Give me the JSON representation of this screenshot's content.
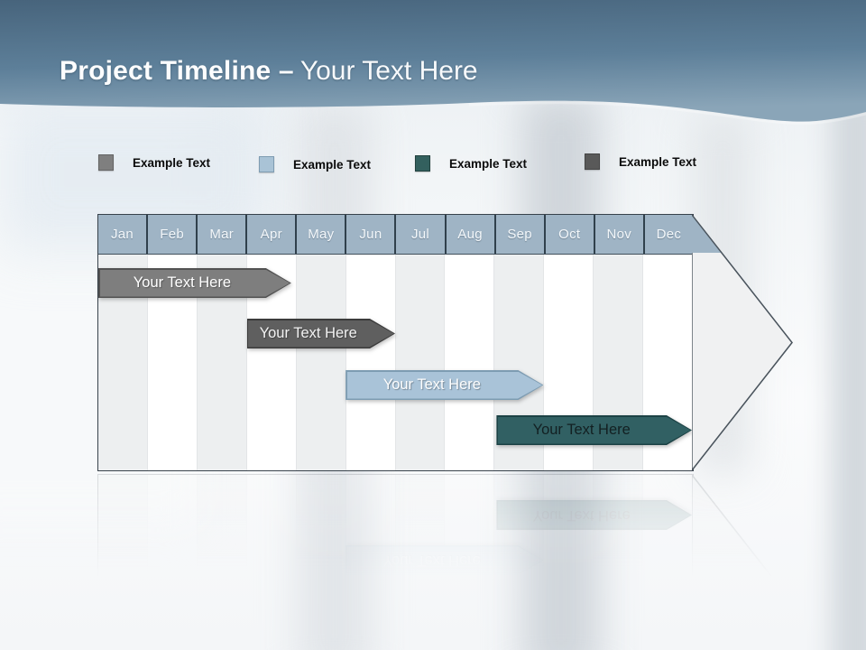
{
  "slide": {
    "title_bold": "Project Timeline –",
    "title_rest": "Your Text Here"
  },
  "legend": {
    "items": [
      {
        "label": "Example Text",
        "color": "#7f7f7f",
        "border_color": "#646464"
      },
      {
        "label": "Example Text",
        "color": "#a9c3d6",
        "border_color": "#7f9cb2"
      },
      {
        "label": "Example Text",
        "color": "#33605e",
        "border_color": "#22423f"
      },
      {
        "label": "Example Text",
        "color": "#595959",
        "border_color": "#454545"
      }
    ]
  },
  "timeline": {
    "header_fill": "#9fb4c5",
    "stripe_fill": "#edeff0",
    "arrow_body_fill": "#f0f1f2"
  },
  "chart_data": {
    "type": "bar",
    "subtype": "gantt-timeline",
    "title": "Project Timeline – Your Text Here",
    "x_categories": [
      "Jan",
      "Feb",
      "Mar",
      "Apr",
      "May",
      "Jun",
      "Jul",
      "Aug",
      "Sep",
      "Oct",
      "Nov",
      "Dec"
    ],
    "x_range_months": [
      "Jan",
      "Dec"
    ],
    "grid": "alternating-column-stripes",
    "legend_position": "top",
    "bars": [
      {
        "label": "Your Text Here",
        "row": 0,
        "start": 0.0,
        "end": 3.9,
        "start_month": "Jan",
        "end_month": "Apr",
        "fill": "#7e7e7e",
        "stroke": "#525252",
        "text_color": "#ffffff"
      },
      {
        "label": "Your Text Here",
        "row": 1,
        "start": 3.0,
        "end": 6.0,
        "start_month": "Apr",
        "end_month": "Jun",
        "fill": "#5f5f5f",
        "stroke": "#3b3b3b",
        "text_color": "#f2f2f2"
      },
      {
        "label": "Your Text Here",
        "row": 2,
        "start": 5.0,
        "end": 9.0,
        "start_month": "Jun",
        "end_month": "Sep",
        "fill": "#a9c3d8",
        "stroke": "#7d9cb2",
        "text_color": "#fdfdfd"
      },
      {
        "label": "Your Text Here",
        "row": 3,
        "start": 8.05,
        "end": 12.0,
        "start_month": "Sep",
        "end_month": "Dec",
        "fill": "#316063",
        "stroke": "#1c4245",
        "text_color": "#132022"
      }
    ]
  }
}
